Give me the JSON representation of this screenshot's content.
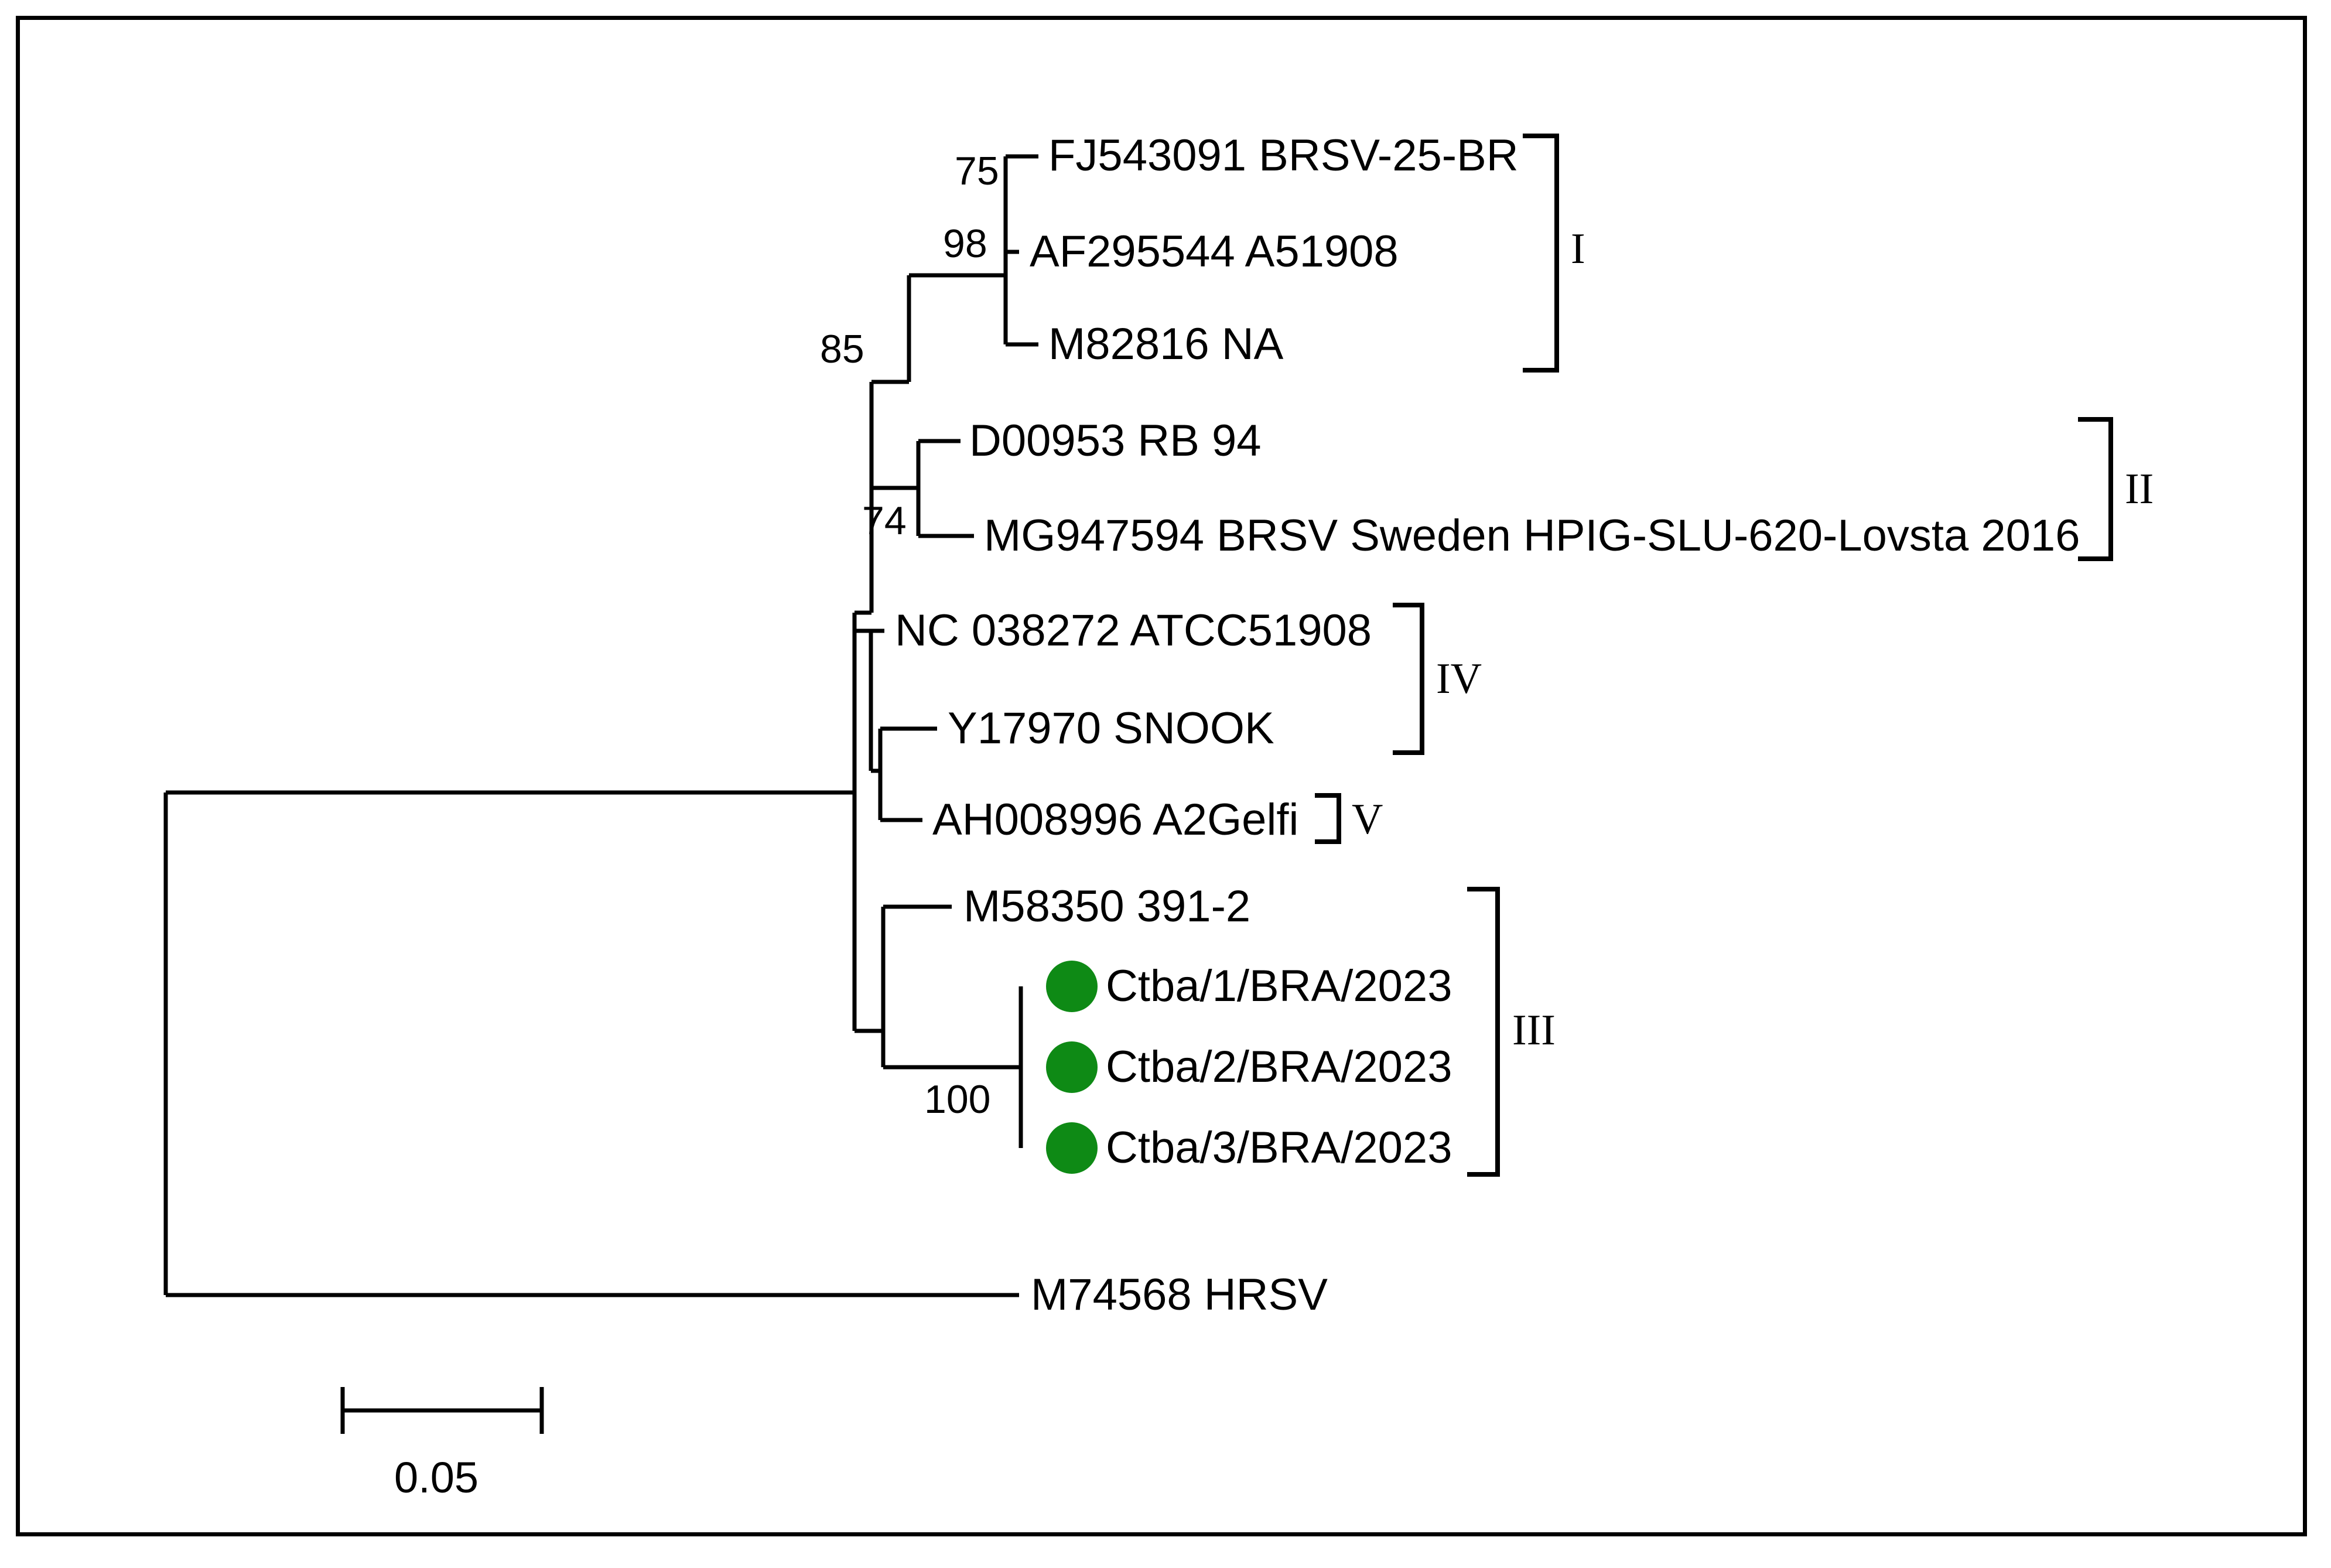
{
  "figure": {
    "type": "phylogenetic-tree",
    "layout": "rectangular-cladogram",
    "background_color": "#ffffff",
    "line_color": "#000000",
    "highlight_color": "#0e8a15",
    "border": true
  },
  "scale_bar": {
    "label": "0.05",
    "value": 0.05
  },
  "taxa": [
    {
      "id": "t1",
      "label": "FJ543091 BRSV-25-BR",
      "marked": false,
      "clade": "I"
    },
    {
      "id": "t2",
      "label": "AF295544 A51908",
      "marked": false,
      "clade": "I"
    },
    {
      "id": "t3",
      "label": "M82816 NA",
      "marked": false,
      "clade": "I"
    },
    {
      "id": "t4",
      "label": "D00953 RB 94",
      "marked": false,
      "clade": "II"
    },
    {
      "id": "t5",
      "label": "MG947594 BRSV Sweden HPIG-SLU-620-Lovsta 2016",
      "marked": false,
      "clade": "II"
    },
    {
      "id": "t6",
      "label": "NC 038272 ATCC51908",
      "marked": false,
      "clade": "IV"
    },
    {
      "id": "t7",
      "label": "Y17970 SNOOK",
      "marked": false,
      "clade": "IV"
    },
    {
      "id": "t8",
      "label": "AH008996 A2Gelfi",
      "marked": false,
      "clade": "V"
    },
    {
      "id": "t9",
      "label": "M58350 391-2",
      "marked": false,
      "clade": "III"
    },
    {
      "id": "t10",
      "label": "Ctba/1/BRA/2023",
      "marked": true,
      "clade": "III"
    },
    {
      "id": "t11",
      "label": "Ctba/2/BRA/2023",
      "marked": true,
      "clade": "III"
    },
    {
      "id": "t12",
      "label": "Ctba/3/BRA/2023",
      "marked": true,
      "clade": "III"
    },
    {
      "id": "t13",
      "label": "M74568 HRSV",
      "marked": false,
      "clade": ""
    }
  ],
  "bootstrap_values": [
    {
      "id": "b75",
      "value": "75"
    },
    {
      "id": "b98",
      "value": "98"
    },
    {
      "id": "b85",
      "value": "85"
    },
    {
      "id": "b74",
      "value": "74"
    },
    {
      "id": "b100",
      "value": "100"
    }
  ],
  "clade_brackets": [
    {
      "id": "c1",
      "label": "I",
      "members": [
        "FJ543091 BRSV-25-BR",
        "AF295544 A51908",
        "M82816 NA"
      ]
    },
    {
      "id": "c2",
      "label": "II",
      "members": [
        "D00953 RB 94",
        "MG947594 BRSV Sweden HPIG-SLU-620-Lovsta 2016"
      ]
    },
    {
      "id": "c3",
      "label": "IV",
      "members": [
        "NC 038272 ATCC51908",
        "Y17970 SNOOK"
      ]
    },
    {
      "id": "c4",
      "label": "V",
      "members": [
        "AH008996 A2Gelfi"
      ]
    },
    {
      "id": "c5",
      "label": "III",
      "members": [
        "M58350 391-2",
        "Ctba/1/BRA/2023",
        "Ctba/2/BRA/2023",
        "Ctba/3/BRA/2023"
      ]
    }
  ]
}
